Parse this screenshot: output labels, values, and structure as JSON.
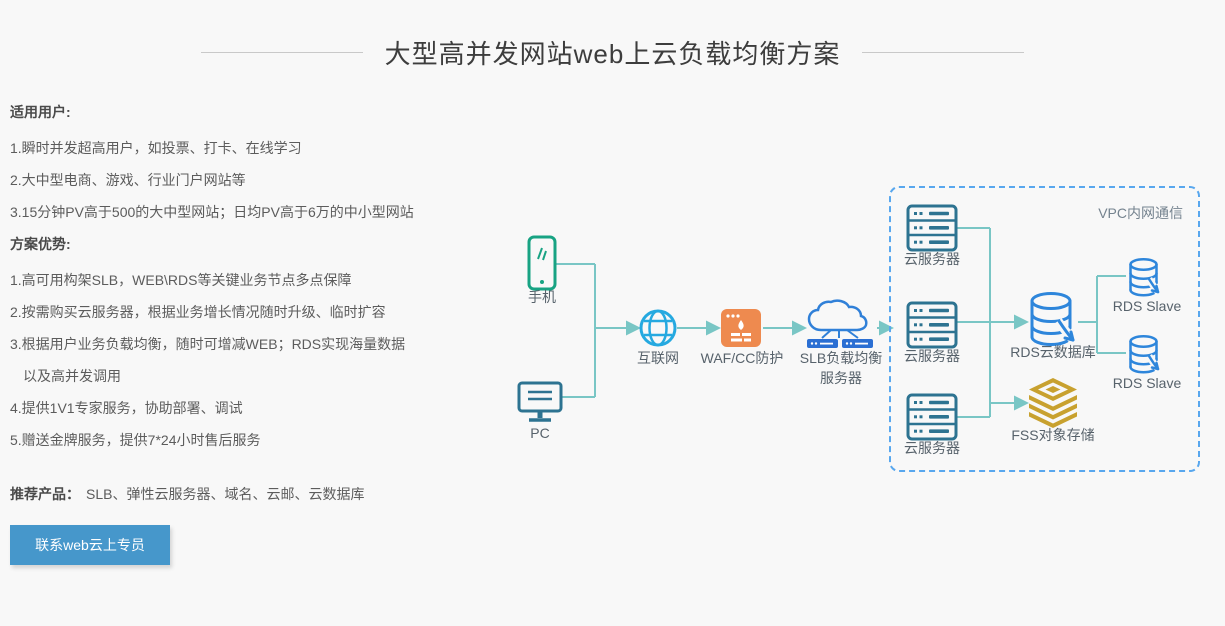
{
  "page": {
    "title": "大型高并发网站web上云负载均衡方案"
  },
  "sections": {
    "users": {
      "heading": "适用用户:",
      "items": [
        "1.瞬时并发超高用户，如投票、打卡、在线学习",
        "2.大中型电商、游戏、行业门户网站等",
        "3.15分钟PV高于500的大中型网站；日均PV高于6万的中小型网站"
      ]
    },
    "advantages": {
      "heading": "方案优势:",
      "items": [
        "1.高可用构架SLB，WEB\\RDS等关键业务节点多点保障",
        "2.按需购买云服务器，根据业务增长情况随时升级、临时扩容",
        "3.根据用户业务负载均衡，随时可增减WEB；RDS实现海量数据",
        "以及高并发调用",
        "4.提供1V1专家服务，协助部署、调试",
        "5.赠送金牌服务，提供7*24小时售后服务"
      ]
    },
    "products": {
      "label": "推荐产品：",
      "text": "SLB、弹性云服务器、域名、云邮、云数据库"
    },
    "cta": {
      "label": "联系web云上专员"
    }
  },
  "diagram": {
    "vpc_label": "VPC内网通信",
    "labels": {
      "phone": "手机",
      "pc": "PC",
      "internet": "互联网",
      "waf": "WAF/CC防护",
      "slb1": "SLB负载均衡",
      "slb2": "服务器",
      "server1": "云服务器",
      "server2": "云服务器",
      "server3": "云服务器",
      "rds": "RDS云数据库",
      "slave1": "RDS Slave",
      "slave2": "RDS Slave",
      "fss": "FSS对象存储"
    }
  },
  "colors": {
    "background": "#f8f8f8",
    "title_text": "#3d3d3d",
    "body_text": "#5c5c5c",
    "button_bg": "#4697cb",
    "button_text": "#ffffff",
    "connector_teal": "#79c6c5",
    "vpc_border_blue": "#58a7ee",
    "phone_green": "#18a383",
    "pc_server_teal": "#2d7391",
    "internet_blue": "#25a9e0",
    "waf_orange": "#ee8a4f",
    "slb_blue": "#3080d8",
    "slb_bar_blue": "#2b6fd3",
    "rds_blue": "#2e86db",
    "fss_gold": "#c8a12f"
  }
}
